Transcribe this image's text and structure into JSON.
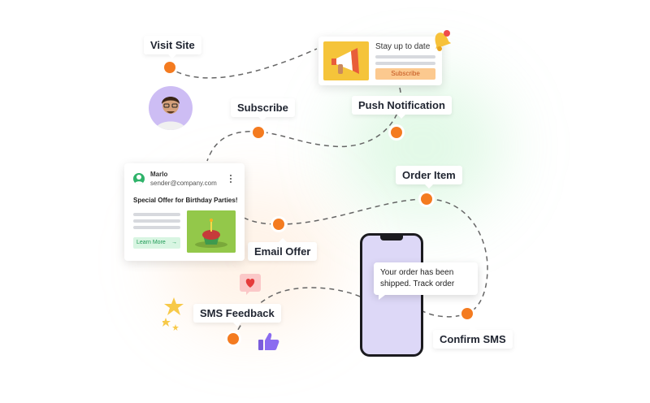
{
  "steps": {
    "visit_site": "Visit Site",
    "subscribe": "Subscribe",
    "push_notification": "Push Notification",
    "order_item": "Order Item",
    "email_offer": "Email Offer",
    "sms_feedback": "SMS Feedback",
    "confirm_sms": "Confirm SMS"
  },
  "push_card": {
    "title": "Stay up to date",
    "button": "Subscribe"
  },
  "email_card": {
    "sender_name": "Marlo",
    "sender_email": "sender@company.com",
    "subject": "Special Offer for Birthday Parties!",
    "cta": "Learn More"
  },
  "sms_bubble": {
    "text": "Your order has been shipped. Track order"
  },
  "colors": {
    "accent": "#f47b20",
    "dash": "#666666",
    "phone_screen": "#ddd8f7"
  }
}
